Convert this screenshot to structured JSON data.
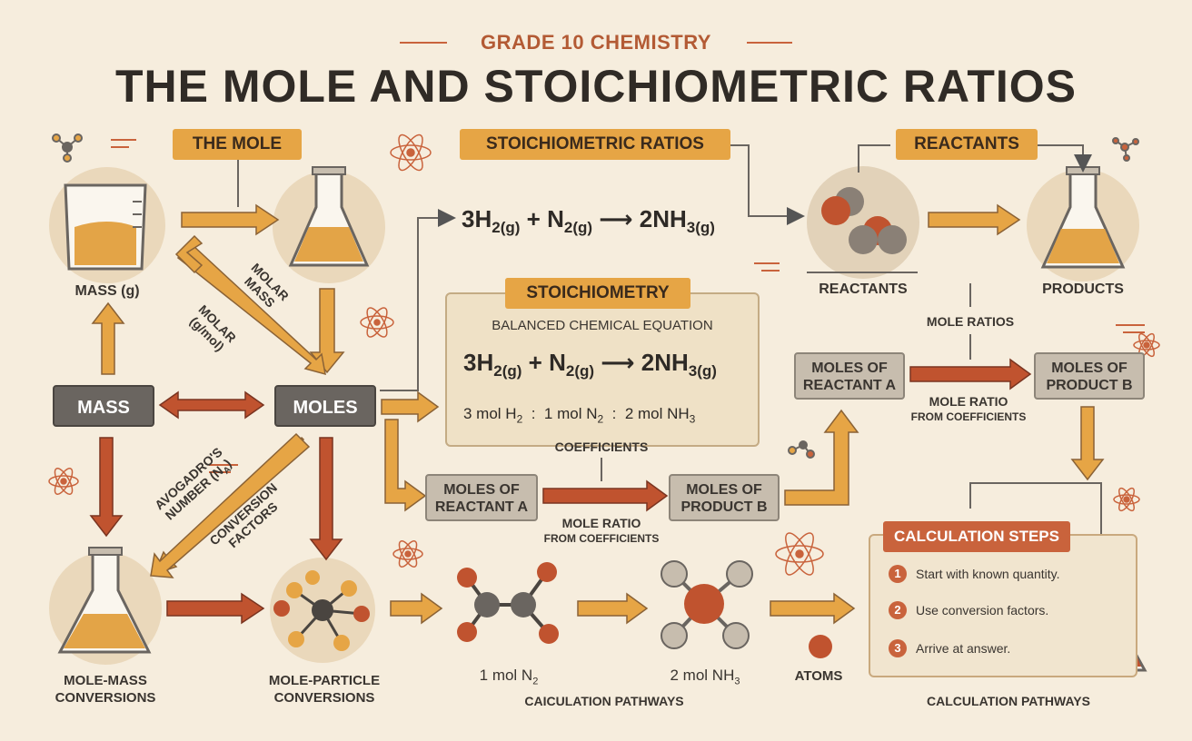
{
  "header": {
    "grade": "GRADE 10 CHEMISTRY",
    "title": "THE MOLE AND STOICHIOMETRIC RATIOS"
  },
  "tags": {
    "the_mole": "THE MOLE",
    "stoich_ratios": "STOICHIOMETRIC RATIOS",
    "reactants": "REACTANTS",
    "stoichiometry": "STOICHIOMETRY"
  },
  "boxes": {
    "mass": "MASS",
    "moles": "MOLES",
    "moles_reactant_a_line1": "MOLES OF",
    "moles_reactant_a_line2": "REACTANT A",
    "moles_product_b_line1": "MOLES OF",
    "moles_product_b_line2": "PRODUCT B"
  },
  "labels": {
    "mass_g": "MASS (g)",
    "molar_mass_line1": "MOLAR",
    "molar_mass_line2": "MASS",
    "molar_gmol_line1": "MOLAR",
    "molar_gmol_line2": "(g/mol)",
    "avogadro_line1": "AVOGADRO'S",
    "avogadro_line2": "NUMBER (N",
    "avogadro_sub": "A",
    "avogadro_close": ")",
    "conversion_line1": "CONVERSION",
    "conversion_line2": "FACTORS",
    "reactants_img": "REACTANTS",
    "products": "PRODUCTS",
    "mole_ratios": "MOLE RATIOS",
    "mole_ratio": "MOLE RATIO",
    "from_coefficients": "FROM COEFFICIENTS",
    "coefficients": "COEFFICIENTS",
    "balanced_equation": "BALANCED CHEMICAL EQUATION",
    "mole_mass_line1": "MOLE-MASS",
    "mole_mass_line2": "CONVERSIONS",
    "mole_particle_line1": "MOLE-PARTICLE",
    "mole_particle_line2": "CONVERSIONS",
    "one_mol_n2": "1 mol N",
    "two_mol_nh3": "2 mol NH",
    "atoms": "ATOMS",
    "calc_pathways_bottom": "CAICULATION PATHWAYS",
    "calc_pathways_right": "CALCULATION PATHWAYS"
  },
  "equation": {
    "coef1": "3H",
    "s1": "2(g)",
    "plus": "+",
    "r2": "N",
    "s2": "2(g)",
    "arrow": "⟶",
    "coef3": "2NH",
    "s3": "3(g)"
  },
  "ratio": {
    "a": "3 mol H",
    "a_sub": "2",
    "sep": ":",
    "b": "1 mol N",
    "b_sub": "2",
    "c": "2 mol NH",
    "c_sub": "3"
  },
  "calculation": {
    "title": "CALCULATION STEPS",
    "steps": [
      {
        "num": "1",
        "text": "Start with known quantity."
      },
      {
        "num": "2",
        "text": "Use conversion factors."
      },
      {
        "num": "3",
        "text": "Arrive at answer."
      }
    ]
  },
  "colors": {
    "background": "#f6eddd",
    "accent_orange": "#e6a545",
    "accent_red": "#c9633c",
    "box_grey": "#6a6560",
    "title": "#302b26"
  }
}
